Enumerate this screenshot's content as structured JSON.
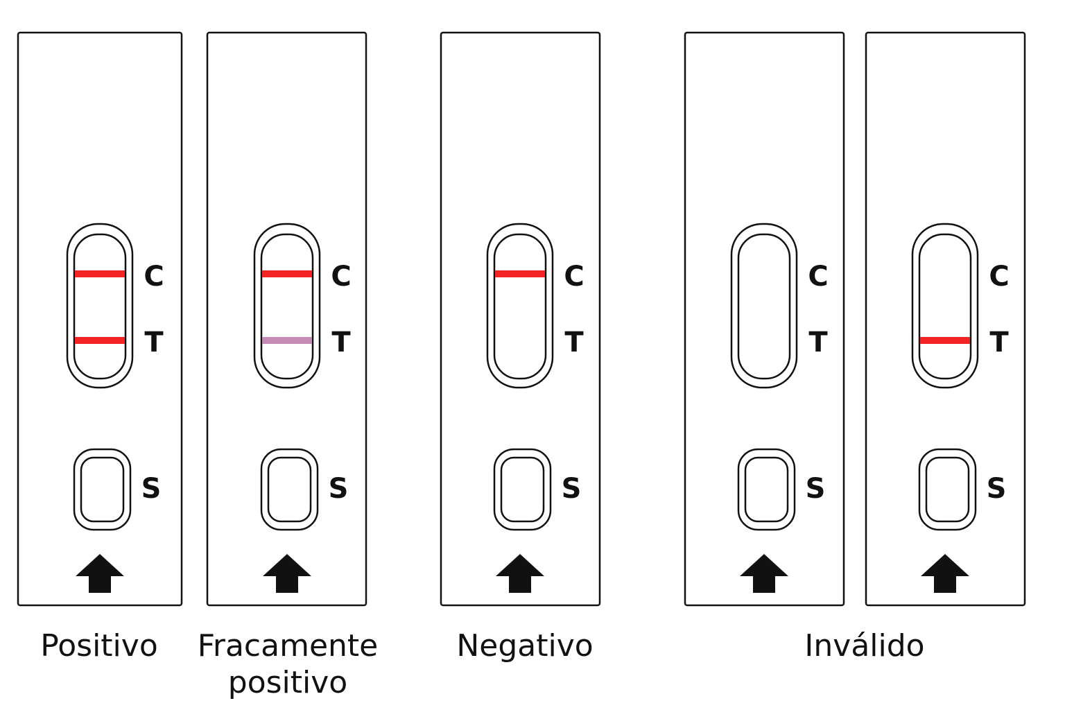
{
  "marker_letters": {
    "control": "C",
    "test": "T",
    "sample": "S"
  },
  "colors": {
    "strong_line": "#f42424",
    "faint_line": "#c48bb4",
    "outline": "#111111"
  },
  "strips": [
    {
      "group": "positive",
      "control_line": "strong",
      "test_line": "strong"
    },
    {
      "group": "weak-positive",
      "control_line": "strong",
      "test_line": "faint"
    },
    {
      "group": "negative",
      "control_line": "strong",
      "test_line": "none"
    },
    {
      "group": "invalid",
      "control_line": "none",
      "test_line": "none"
    },
    {
      "group": "invalid",
      "control_line": "none",
      "test_line": "strong"
    }
  ],
  "labels": {
    "positive": "Positivo",
    "weak_positive_line1": "Fracamente",
    "weak_positive_line2": "positivo",
    "negative": "Negativo",
    "invalid": "Inválido"
  }
}
